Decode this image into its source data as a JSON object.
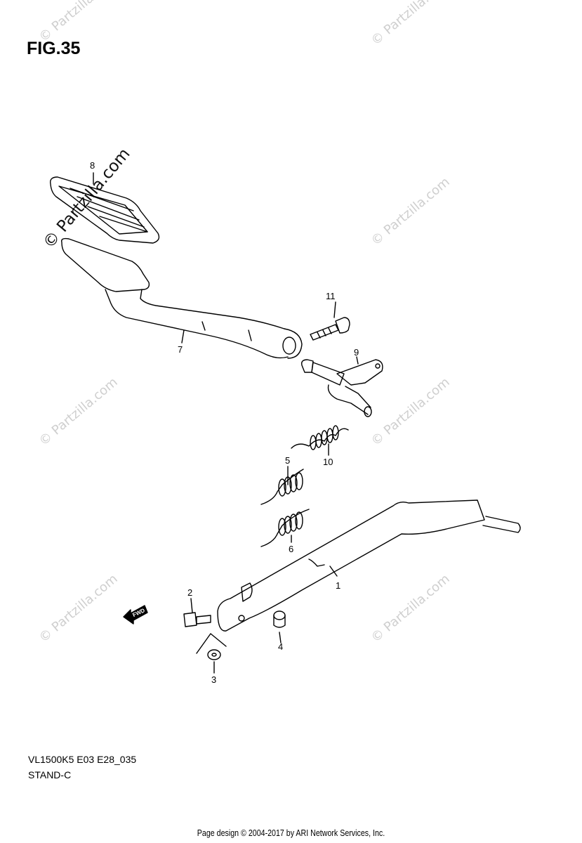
{
  "figure": {
    "title": "FIG.35"
  },
  "watermark": {
    "text": "© Partzilla.com"
  },
  "callouts": {
    "c1": "1",
    "c2": "2",
    "c3": "3",
    "c4": "4",
    "c5": "5",
    "c6": "6",
    "c7": "7",
    "c8": "8",
    "c9": "9",
    "c10": "10",
    "c11": "11"
  },
  "fwd_label": "FWD",
  "footer": {
    "code": "VL1500K5 E03 E28_035",
    "name": "STAND-C",
    "credit": "Page design © 2004-2017 by ARI Network Services, Inc."
  }
}
